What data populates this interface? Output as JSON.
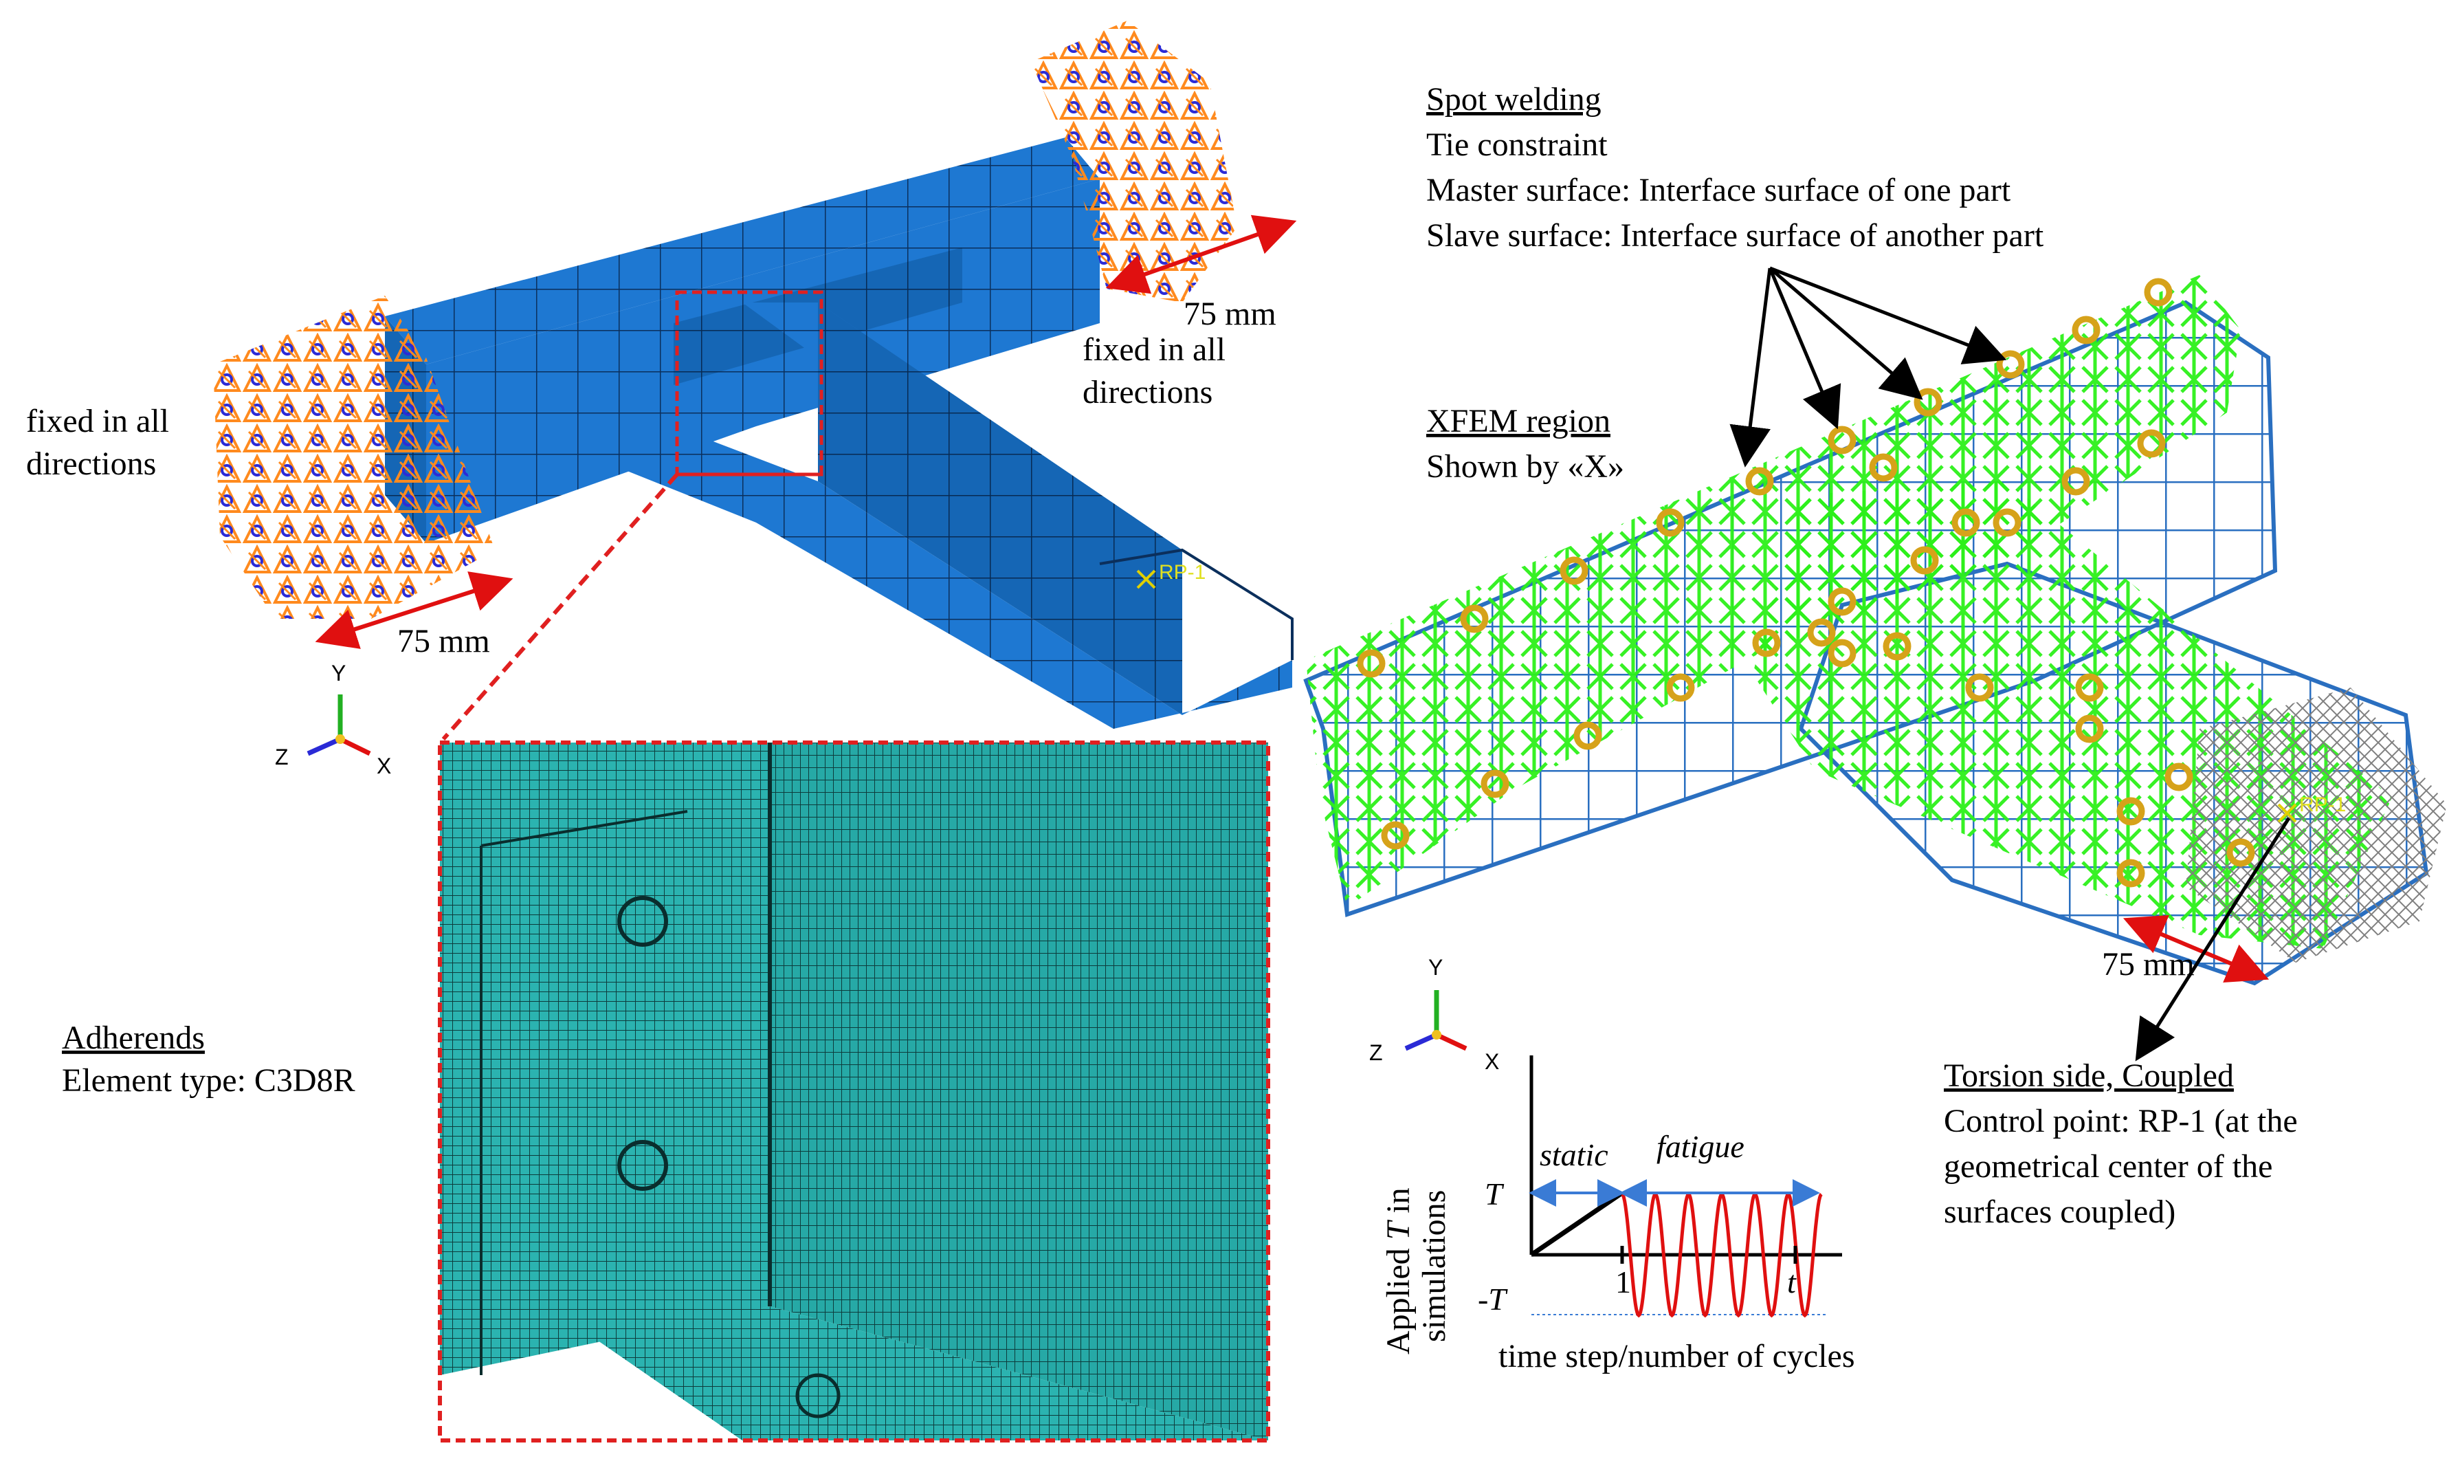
{
  "colors": {
    "model_blue": "#1e78d2",
    "model_dark": "#0b3f80",
    "mesh_teal": "#2bb3b0",
    "red_dashed": "#e02020",
    "xfem_green": "#2cf01a",
    "wire_blue": "#2a6fc0",
    "weld_gold": "#d6a21a",
    "coupling_gray": "#8a8a8a",
    "bc_orange": "#ff8a1e",
    "bc_navy": "#2b2bd6",
    "load_red": "#e01010"
  },
  "left_model": {
    "fixed_left": [
      "fixed in all",
      "directions"
    ],
    "fixed_right": [
      "fixed in all",
      "directions"
    ],
    "dim_left": "75 mm",
    "dim_right": "75 mm",
    "rp_label": "RP-1",
    "axes": {
      "y": "Y",
      "z": "Z",
      "x": "X"
    }
  },
  "adherends": {
    "title": "Adherends",
    "element_type": "Element type: C3D8R"
  },
  "spot_welding": {
    "title": "Spot welding",
    "line1": "Tie constraint",
    "line2": "Master surface: Interface surface of one part",
    "line3": "Slave surface: Interface surface of another part"
  },
  "xfem": {
    "title": "XFEM region",
    "line1": "Shown by «X»"
  },
  "right_model": {
    "rp_label": "RP-1",
    "dim": "75 mm",
    "axes": {
      "y": "Y",
      "z": "Z",
      "x": "X"
    }
  },
  "torsion": {
    "title": "Torsion  side, Coupled",
    "line1": "Control point: RP-1 (at the",
    "line2": "geometrical center of the",
    "line3": "surfaces coupled)"
  },
  "load_chart": {
    "ylabel_prefix": "Applied ",
    "ylabel_var": "T",
    "ylabel_suffix": " in",
    "ylabel_line2": "simulations",
    "xlabel": "time step/number of cycles",
    "tick_T": "T",
    "tick_negT": "-T",
    "tick_1": "1",
    "tick_t": "t",
    "phase_static": "static",
    "phase_fatigue": "fatigue"
  }
}
